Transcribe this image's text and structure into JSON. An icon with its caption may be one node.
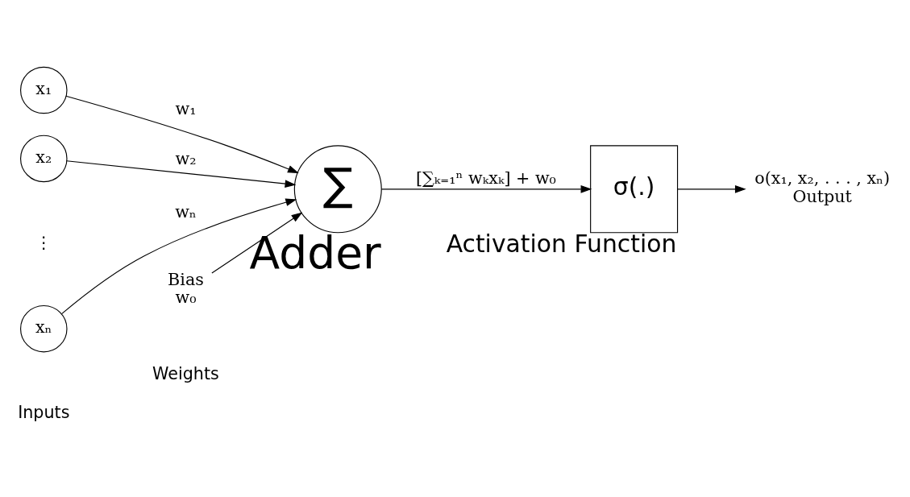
{
  "diagram": {
    "nodes": [
      {
        "text": [
          "x₁"
        ]
      },
      {
        "text": [
          "x₂"
        ]
      },
      {
        "text": [
          "xₙ"
        ]
      },
      {
        "text": [
          "Bias",
          "w₀"
        ]
      },
      {
        "text": [
          "∑"
        ],
        "beside": [
          "Adder"
        ]
      },
      {
        "text": [
          "σ(.)"
        ],
        "beside": [
          "Activation Function"
        ]
      },
      {
        "text": [
          "o(x₁, x₂, . . . , xₙ)",
          "Output"
        ]
      }
    ],
    "edges": [
      {
        "from": 0,
        "to": 4,
        "arrow": "to",
        "label": "w₁"
      },
      {
        "from": 1,
        "to": 4,
        "arrow": "to",
        "label": "w₂"
      },
      {
        "from": 2,
        "to": 4,
        "arrow": "to",
        "label": "wₙ"
      },
      {
        "from": 3,
        "to": 4,
        "arrow": "to"
      },
      {
        "from": 4,
        "to": 5,
        "arrow": "to",
        "label": "[∑ₖ₌₁ⁿ wₖxₖ] + w₀"
      },
      {
        "from": 5,
        "to": 6,
        "arrow": "to"
      }
    ],
    "labels": [
      "⋮",
      "Weights",
      "Inputs"
    ]
  }
}
